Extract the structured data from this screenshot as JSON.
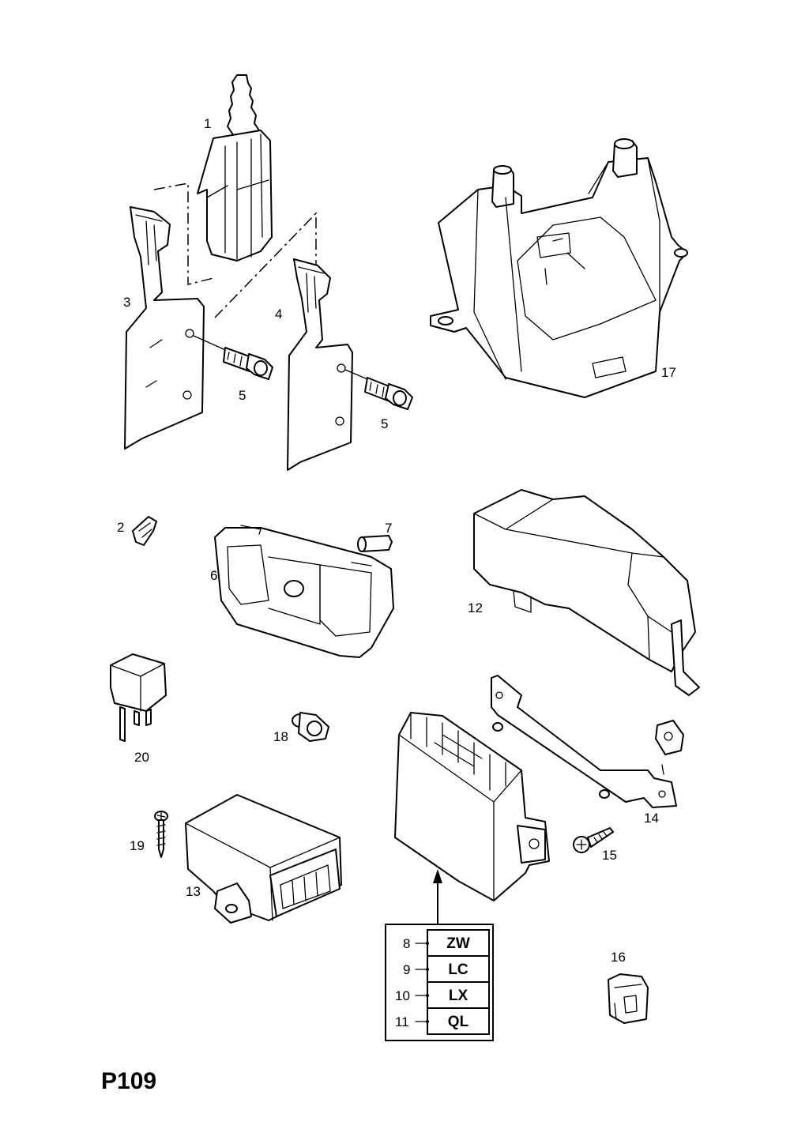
{
  "page_code": "P109",
  "callouts": [
    {
      "id": "c1",
      "text": "1"
    },
    {
      "id": "c2",
      "text": "2"
    },
    {
      "id": "c3",
      "text": "3"
    },
    {
      "id": "c4",
      "text": "4"
    },
    {
      "id": "c5a",
      "text": "5"
    },
    {
      "id": "c5b",
      "text": "5"
    },
    {
      "id": "c6",
      "text": "6"
    },
    {
      "id": "c7",
      "text": "7"
    },
    {
      "id": "c12",
      "text": "12"
    },
    {
      "id": "c13",
      "text": "13"
    },
    {
      "id": "c14",
      "text": "14"
    },
    {
      "id": "c15",
      "text": "15"
    },
    {
      "id": "c16",
      "text": "16"
    },
    {
      "id": "c17",
      "text": "17"
    },
    {
      "id": "c18",
      "text": "18"
    },
    {
      "id": "c19",
      "text": "19"
    },
    {
      "id": "c20",
      "text": "20"
    }
  ],
  "variant_table": [
    {
      "ref": "8",
      "code": "ZW"
    },
    {
      "ref": "9",
      "code": "LC"
    },
    {
      "ref": "10",
      "code": "LX"
    },
    {
      "ref": "11",
      "code": "QL"
    }
  ]
}
